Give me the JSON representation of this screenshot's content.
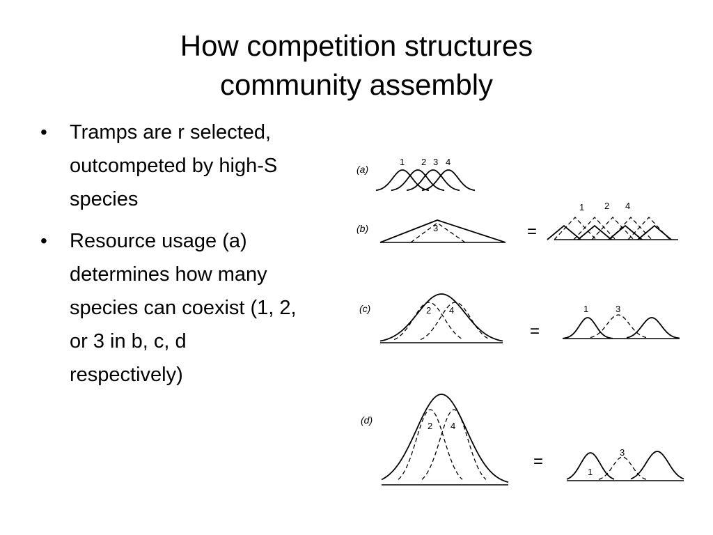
{
  "title": {
    "line1": "How competition structures",
    "line2": "community assembly"
  },
  "bullets": [
    {
      "lines": [
        "Tramps are r selected,",
        "outcompeted by high-S",
        "species"
      ]
    },
    {
      "lines": [
        "Resource usage (a)",
        "determines how many",
        "species can coexist (1, 2,",
        "or 3 in b, c, d",
        "respectively)"
      ]
    }
  ],
  "figure": {
    "panels": {
      "a": {
        "label": "(a)",
        "species": [
          "1",
          "2",
          "3",
          "4"
        ]
      },
      "b": {
        "label": "(b)",
        "inner_label": "3",
        "equals": "=",
        "right_labels": [
          "1",
          "2",
          "4"
        ]
      },
      "c": {
        "label": "(c)",
        "inner_labels": [
          "2",
          "4"
        ],
        "equals": "=",
        "right_labels": [
          "1",
          "3"
        ]
      },
      "d": {
        "label": "(d)",
        "inner_labels": [
          "2",
          "4"
        ],
        "equals": "=",
        "right_labels": [
          "1",
          "3"
        ]
      }
    }
  }
}
